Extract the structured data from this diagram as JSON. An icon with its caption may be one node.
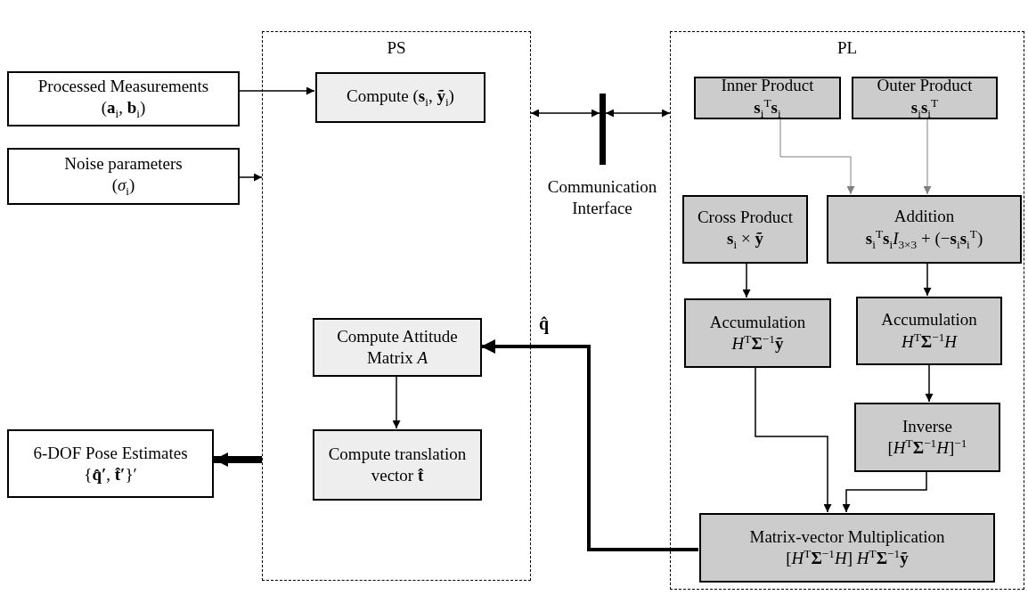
{
  "diagram": {
    "nodes": [
      {
        "text": [
          "PS"
        ]
      },
      {
        "text": [
          "PL"
        ]
      },
      {
        "text": [
          "Processed Measurements",
          "(**a**$_{i}$, **b**$_{i}$)"
        ]
      },
      {
        "text": [
          "Noise parameters",
          "(*σ*$_{i}$)"
        ]
      },
      {
        "text": [
          "Compute (**s**$_{i}$, **ỹ**$_{i}$)"
        ],
        "in": 0
      },
      {
        "text": [
          "Compute Attitude Matrix *A*"
        ],
        "in": 0
      },
      {
        "text": [
          "Compute translation vector **t̂**"
        ],
        "in": 0
      },
      {
        "text": [
          "6-DOF Pose Estimates",
          "{**q̂′**, **t̂′**}′"
        ]
      },
      {
        "text": [
          "Communication Interface"
        ]
      },
      {
        "text": [
          "Inner Product",
          "**s**$_{i}$$^{T}$**s**$_{i}$"
        ],
        "in": 1
      },
      {
        "text": [
          "Outer Product",
          "**s**$_{i}$**s**$_{i}$$^{T}$"
        ],
        "in": 1
      },
      {
        "text": [
          "Cross Product",
          "**s**$_{i}$ × **ỹ**"
        ],
        "in": 1
      },
      {
        "text": [
          "Addition",
          "**s**$_{i}$$^{T}$**s**$_{i}$*I*$_{3×3}$ + (−**s**$_{i}$**s**$_{i}$$^{T}$)"
        ],
        "in": 1
      },
      {
        "text": [
          "Accumulation",
          "*H*$^{T}$**Σ**$^{−1}$**ỹ**"
        ],
        "in": 1
      },
      {
        "text": [
          "Accumulation",
          "*H*$^{T}$**Σ**$^{−1}$*H*"
        ],
        "in": 1
      },
      {
        "text": [
          "Inverse",
          "[*H*$^{T}$**Σ**$^{−1}$*H*]$^{−1}$"
        ],
        "in": 1
      },
      {
        "text": [
          "Matrix-vector Multiplication",
          "[*H*$^{T}$**Σ**$^{−1}$*H*] *H*$^{T}$**Σ**$^{−1}$**ỹ**"
        ],
        "in": 1
      }
    ],
    "edges": [
      {
        "from": 2,
        "to": 4,
        "arrow": "to"
      },
      {
        "from": 3,
        "to": 0,
        "arrow": "to"
      },
      {
        "from": 0,
        "to": 8,
        "arrow": "both"
      },
      {
        "from": 8,
        "to": 1,
        "arrow": "both"
      },
      {
        "from": 9,
        "to": 12,
        "arrow": "to",
        "color": "#808080"
      },
      {
        "from": 10,
        "to": 12,
        "arrow": "to",
        "color": "#808080"
      },
      {
        "from": 11,
        "to": 13,
        "arrow": "to"
      },
      {
        "from": 12,
        "to": 14,
        "arrow": "to"
      },
      {
        "from": 14,
        "to": 15,
        "arrow": "to"
      },
      {
        "from": 13,
        "to": 16,
        "arrow": "to"
      },
      {
        "from": 15,
        "to": 16,
        "arrow": "to"
      },
      {
        "from": 16,
        "to": 5,
        "arrow": "to",
        "style": "thick",
        "label": "**q̂**"
      },
      {
        "from": 5,
        "to": 6,
        "arrow": "to"
      },
      {
        "from": 0,
        "to": 7,
        "arrow": "to",
        "style": "thick"
      }
    ]
  }
}
